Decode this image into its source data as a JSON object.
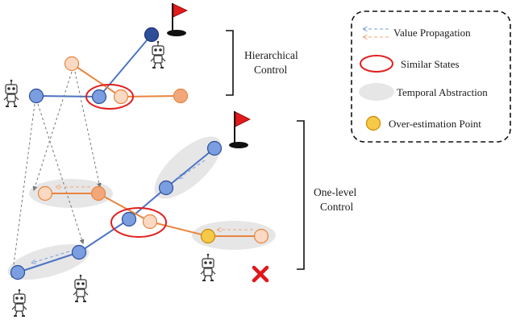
{
  "labels": {
    "hierarchical_line1": "Hierarchical",
    "hierarchical_line2": "Control",
    "onelevel_line1": "One-level",
    "onelevel_line2": "Control"
  },
  "legend": {
    "value_propagation": "Value Propagation",
    "similar_states": "Similar States",
    "temporal_abstraction": "Temporal Abstraction",
    "overestimation_point": "Over-estimation Point"
  },
  "colors": {
    "blue_node": "#7b9ee0",
    "blue_node_dark": "#2f4e99",
    "orange_node": "#f2a77a",
    "orange_node_light": "#fbd9c3",
    "blue_line": "#4a73c4",
    "orange_line": "#e8843f",
    "red_ellipse": "#e02020",
    "gray_ellipse": "#e6e6e6",
    "yellow_node": "#f7c948",
    "flag_red": "#e01b1b",
    "cross_red": "#e0161b"
  },
  "icons": [
    "flag-icon",
    "robot-icon",
    "cross-icon"
  ]
}
